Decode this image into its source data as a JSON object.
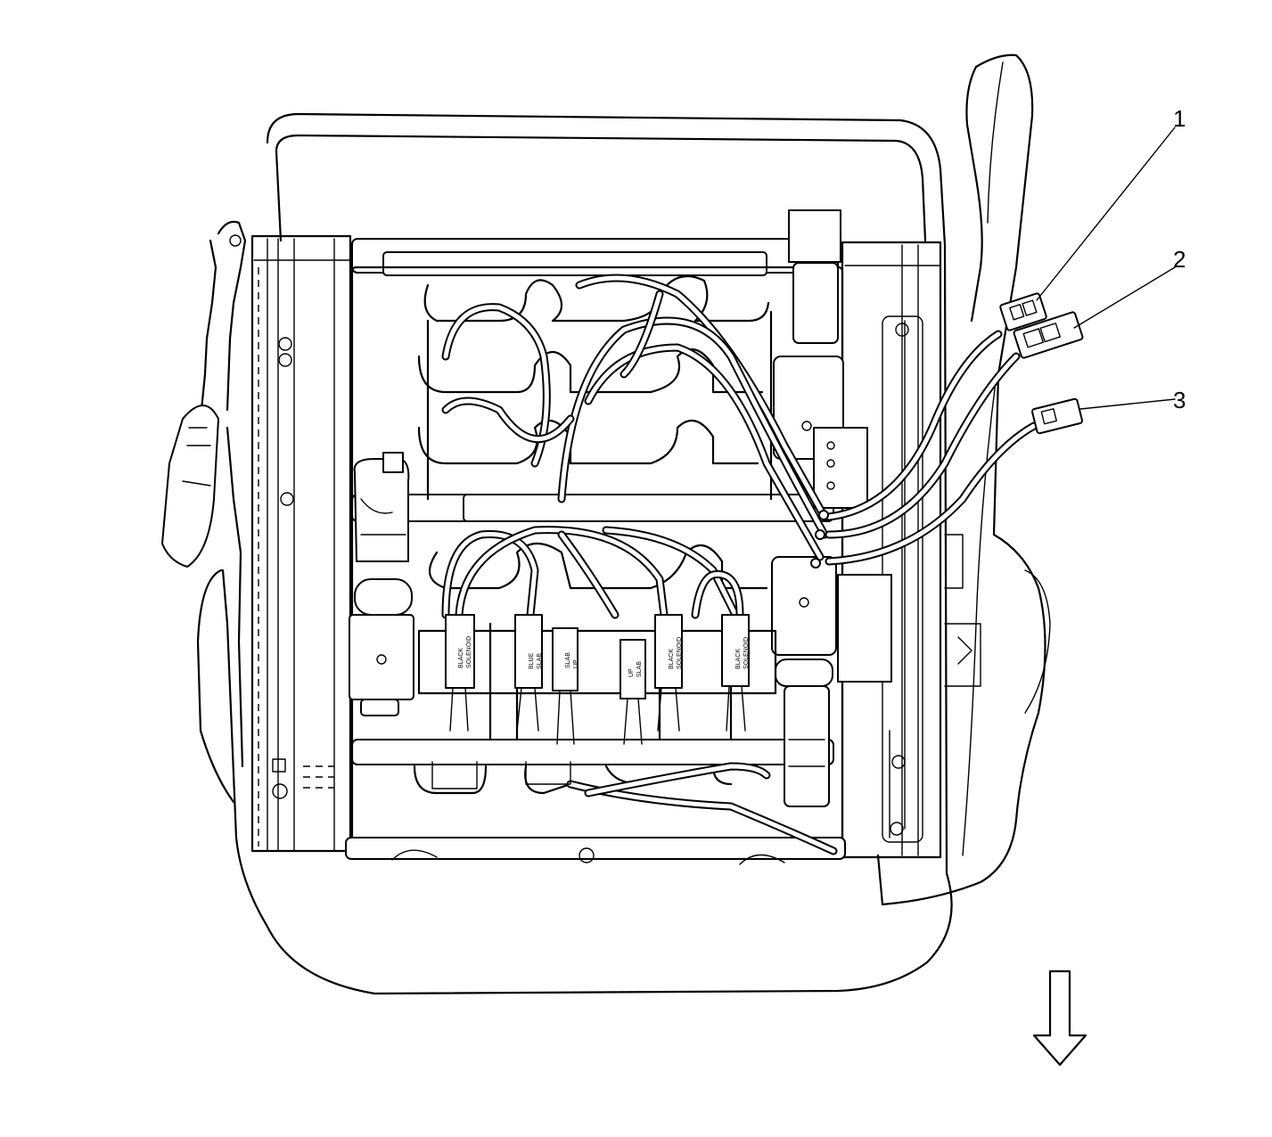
{
  "callouts": [
    {
      "label": "1",
      "target": "connector-1"
    },
    {
      "label": "2",
      "target": "connector-2"
    },
    {
      "label": "3",
      "target": "connector-3"
    }
  ],
  "switch_labels": [
    {
      "line1": "BLACK",
      "line2": "SOLENOID"
    },
    {
      "line1": "BLUE",
      "line2": "SLAB"
    },
    {
      "line1": "SLAB",
      "line2": "UP"
    },
    {
      "line1": "UP",
      "line2": "SLAB"
    },
    {
      "line1": "BLACK",
      "line2": "SOLENOID"
    },
    {
      "line1": "BLACK",
      "line2": "SOLENOID"
    }
  ],
  "view_arrow": {
    "icon": "down-arrow-icon",
    "meaning": "view direction"
  },
  "colors": {
    "line": "#000000",
    "background": "#ffffff"
  }
}
